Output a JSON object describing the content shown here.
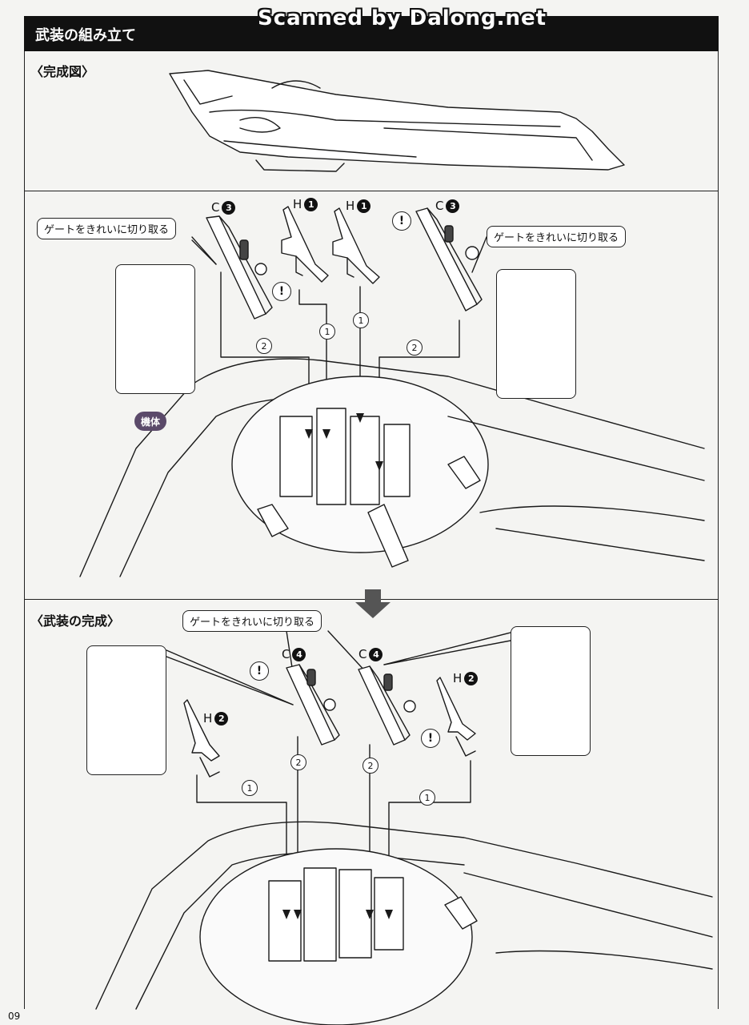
{
  "header": {
    "title": "武装の組み立て",
    "watermark": "Scanned by Dalong.net"
  },
  "sections": {
    "completed_view_label": "〈完成図〉",
    "armament_complete_label": "〈武装の完成〉"
  },
  "callouts": {
    "gate_clean_cut": "ゲートをきれいに切り取る"
  },
  "parts": {
    "c3": {
      "letter": "C",
      "num": "3"
    },
    "h1": {
      "letter": "H",
      "num": "1"
    },
    "c4": {
      "letter": "C",
      "num": "4"
    },
    "h2": {
      "letter": "H",
      "num": "2"
    }
  },
  "steps": {
    "one": "1",
    "two": "2"
  },
  "badges": {
    "body": "機体",
    "caution": "!"
  },
  "footer": {
    "page_number": "09"
  }
}
